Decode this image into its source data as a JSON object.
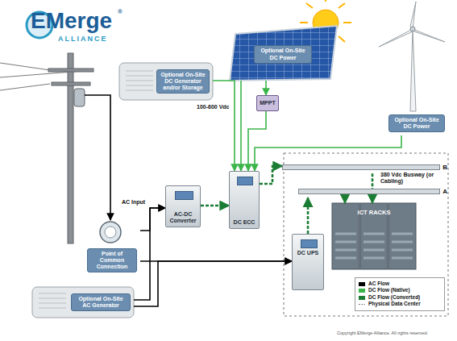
{
  "diagram": {
    "nodes": [
      {
        "text": [
          "Optional On-Site DC Generator and/or Storage"
        ]
      },
      {
        "text": [
          "Optional On-Site DC Power"
        ]
      },
      {
        "text": [
          "MPPT"
        ]
      },
      {
        "text": [
          "Optional On-Site DC Power"
        ]
      },
      {
        "text": [
          "AC-DC Converter"
        ]
      },
      {
        "text": [
          "DC ECC"
        ]
      },
      {
        "text": [
          "Point of Common Connection"
        ]
      },
      {
        "text": [
          "B"
        ]
      },
      {
        "text": [
          "A"
        ]
      },
      {
        "text": [
          "ICT RACKS"
        ]
      },
      {
        "text": [
          "DC UPS"
        ]
      },
      {
        "text": [
          "Optional On-Site AC Generator"
        ]
      }
    ],
    "edges": [
      {
        "from": 6,
        "to": 4,
        "arrow": "to",
        "label": "AC Input"
      },
      {
        "from": 6,
        "to": 10,
        "arrow": "to"
      },
      {
        "from": 11,
        "to": 4,
        "arrow": "to"
      },
      {
        "from": 11,
        "to": 10,
        "arrow": "to"
      },
      {
        "from": 4,
        "to": 5,
        "arrow": "to"
      },
      {
        "from": 0,
        "to": 5,
        "arrow": "to"
      },
      {
        "from": 1,
        "to": 5,
        "arrow": "to"
      },
      {
        "from": 1,
        "to": 2,
        "arrow": "to"
      },
      {
        "from": 2,
        "to": 5,
        "arrow": "to"
      },
      {
        "from": 3,
        "to": 5,
        "arrow": "to"
      },
      {
        "from": 5,
        "to": 7,
        "arrow": "to"
      },
      {
        "from": 10,
        "to": 8,
        "arrow": "to"
      },
      {
        "from": 7,
        "to": 9,
        "arrow": "to"
      },
      {
        "from": 8,
        "to": 9,
        "arrow": "to"
      }
    ],
    "labels": [
      "EMerge",
      "®",
      "ALLIANCE",
      "100-600 Vdc",
      "380 Vdc Busway (or Cabling)",
      "Copyright EMerge Alliance. All rights reserved."
    ],
    "legend": [
      {
        "text": "AC Flow",
        "color": "#000000"
      },
      {
        "text": "DC Flow (Native)",
        "color": "#3bb54a"
      },
      {
        "text": "DC Flow (Converted)",
        "color": "#1b7d33"
      },
      {
        "text": "Physical Data Center"
      }
    ]
  }
}
